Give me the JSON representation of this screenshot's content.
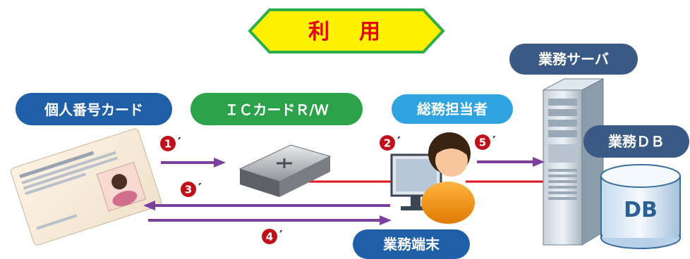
{
  "title": "利　用",
  "labels": {
    "card": "個人番号カード",
    "rw": "ＩＣカードＲ/Ｗ",
    "staff": "総務担当者",
    "server": "業務サーバ",
    "db_label": "業務ＤＢ",
    "terminal": "業務端末",
    "db_text": "DB"
  },
  "steps": [
    {
      "num": "1",
      "prime": "′"
    },
    {
      "num": "2",
      "prime": "′"
    },
    {
      "num": "3",
      "prime": "′"
    },
    {
      "num": "4",
      "prime": "′"
    },
    {
      "num": "5",
      "prime": "′"
    }
  ],
  "colors": {
    "title_fill": "#fff100",
    "title_stroke": "#2dae4a",
    "title_text": "#e60012",
    "pill_dark": "#1f5fa8",
    "pill_green": "#2ca34a",
    "pill_light": "#2ea3e0",
    "pill_slate": "#3a5a86",
    "arrow": "#7b3f9e",
    "step": "#c0101a",
    "link": "#e0141e"
  }
}
